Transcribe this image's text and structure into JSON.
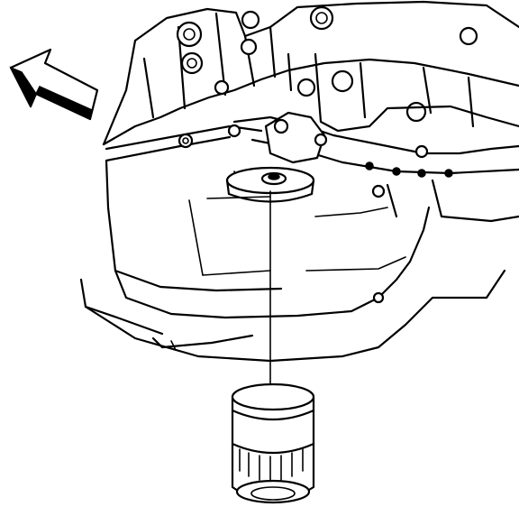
{
  "figure": {
    "orientation_arrow": "front-direction-arrow",
    "components": [
      "engine-block",
      "oil-pan",
      "oil-filter-adapter",
      "oil-filter"
    ],
    "line_color": "#000000",
    "background_color": "#ffffff"
  }
}
